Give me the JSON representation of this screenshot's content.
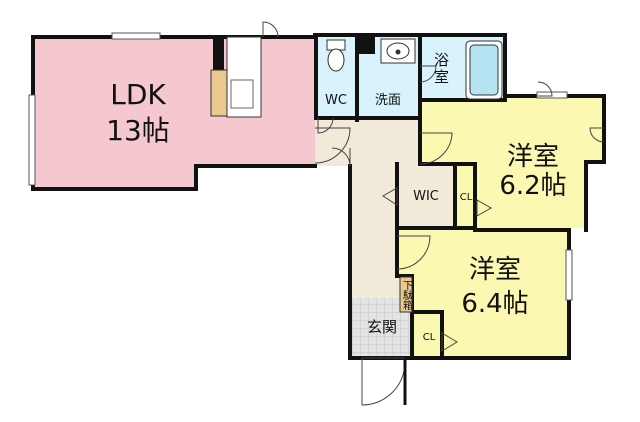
{
  "rooms": {
    "ldk": {
      "name": "LDK",
      "size": "13帖"
    },
    "wc": {
      "name": "WC"
    },
    "washroom": {
      "name": "洗面"
    },
    "bath": {
      "name": "浴室"
    },
    "bedroom1": {
      "name": "洋室",
      "size": "6.2帖"
    },
    "wic": {
      "name": "WIC"
    },
    "closet1": {
      "name": "CL"
    },
    "bedroom2": {
      "name": "洋室",
      "size": "6.4帖"
    },
    "closet2": {
      "name": "CL"
    },
    "entrance": {
      "name": "玄関"
    },
    "shoe_box": {
      "name": "下駄箱"
    }
  },
  "colors": {
    "ldk": "#f5c8cf",
    "western_room": "#fbf8b2",
    "wet_area": "#d8f3fb",
    "hall": "#f1ead8",
    "wic": "#f1ead8",
    "entrance_tile": "#d9d9d9",
    "wall": "#111111"
  }
}
